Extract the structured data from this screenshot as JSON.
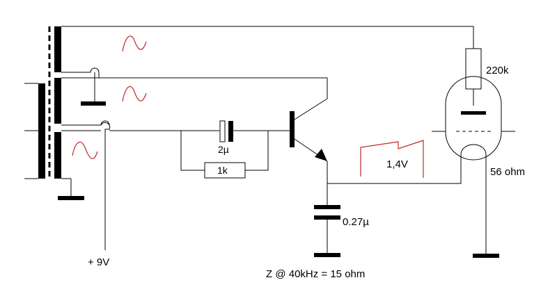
{
  "labels": {
    "r_plate": "220k",
    "c_coupling": "2µ",
    "r_feedback": "1k",
    "signal_level": "1,4V",
    "r_cathode": "56 ohm",
    "c_emitter": "0.27µ",
    "supply": "+ 9V",
    "impedance_note": "Z @ 40kHz = 15 ohm"
  },
  "colors": {
    "wire": "#000000",
    "waveform": "#c0282a"
  }
}
